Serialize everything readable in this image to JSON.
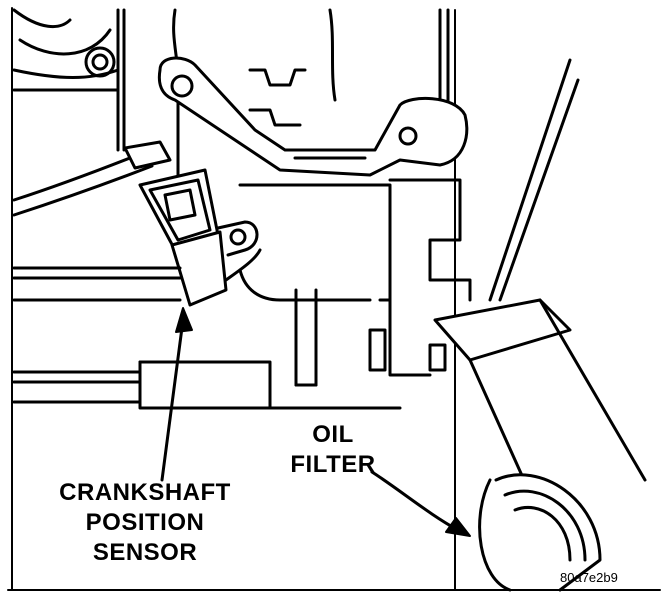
{
  "labels": {
    "oil_filter": [
      "OIL",
      "FILTER"
    ],
    "crankshaft_sensor": [
      "CRANKSHAFT",
      "POSITION",
      "SENSOR"
    ]
  },
  "figure_code": "80a7e2b9"
}
